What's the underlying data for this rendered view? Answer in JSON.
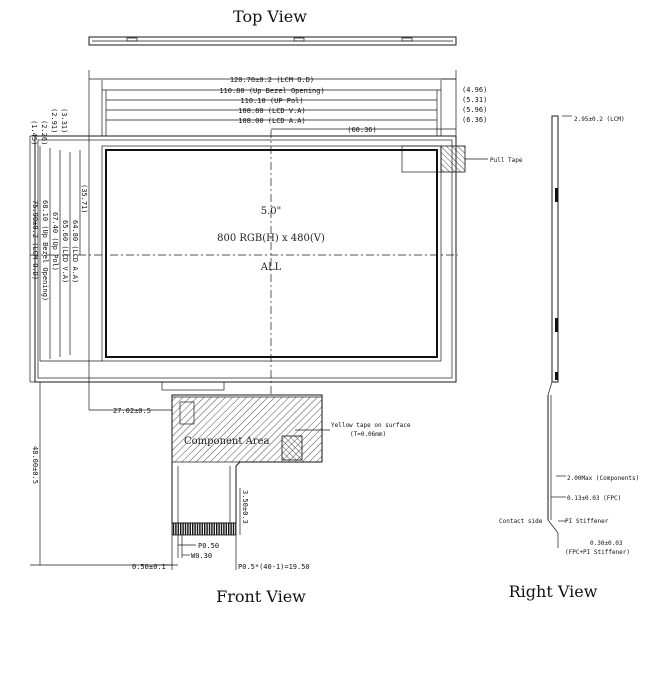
{
  "views": {
    "top": "Top View",
    "front": "Front View",
    "right": "Right View"
  },
  "panel": {
    "size": "5.0\"",
    "resolution": "800 RGB(H) x 480(V)",
    "viewing": "ALL"
  },
  "horizontal_dims": {
    "lcm_od": "120.70±0.2 (LCM O.D)",
    "up_bezel": "110.80 (Up Bezel Opening)",
    "up_pol": "110.10 (UP Pol)",
    "lcd_va": "108.80 (LCD V.A)",
    "lcd_aa": "108.00 (LCD A.A)",
    "center": "(60.36)",
    "r1": "(4.96)",
    "r2": "(5.31)",
    "r3": "(5.96)",
    "r4": "(6.36)"
  },
  "vertical_dims": {
    "t1": "(1.45)",
    "t2": "(2.26)",
    "t3": "(2.91)",
    "t4": "(3.31)",
    "mid": "(35.71)",
    "lcm_od": "75.90±0.2 (LCM O.D)",
    "up_bezel": "68.10 (Up Bezel Opening)",
    "up_pol": "67.40 (Up Pol)",
    "lcd_va": "65.60 (LCD V.A)",
    "lcd_aa": "64.80 (LCD A.A)"
  },
  "fpc": {
    "offset": "27.02±0.5",
    "length": "48.00±0.5",
    "stiff_len": "3.50±0.3",
    "pitch": "P0.50",
    "width": "W0.30",
    "edge": "0.50±0.1",
    "pin_span": "P0.5*(40-1)=19.50",
    "component_area": "Component Area",
    "yellow_tape": "Yellow tape on surface",
    "yellow_tape_t": "(T=0.06mm)"
  },
  "labels": {
    "pull_tape": "Pull Tape"
  },
  "side": {
    "lcm_thickness": "2.95±0.2 (LCM)",
    "comp_max": "2.00Max (Components)",
    "fpc_t": "0.13±0.03 (FPC)",
    "contact_side": "Contact side",
    "pi_stiffener": "PI Stiffener",
    "total_t": "0.30±0.03",
    "total_note": "(FPC+PI Stiffener)"
  }
}
